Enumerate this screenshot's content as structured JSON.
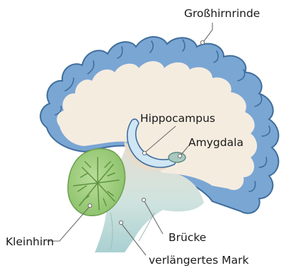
{
  "labels": {
    "cortex": "Großhirnrinde",
    "hippocampus": "Hippocampus",
    "amygdala": "Amygdala",
    "cerebellum": "Kleinhirn",
    "pons": "Brücke",
    "medulla": "verlängertes Mark"
  },
  "colors": {
    "cortex_fill": "#7aa6d4",
    "cortex_stroke": "#3f6e9c",
    "white_matter": "#f5ece0",
    "hippocampus": "#cfe6f5",
    "amygdala": "#a9c9bf",
    "cerebellum": "#9ccd7a",
    "brainstem": "#c9e0dc"
  }
}
